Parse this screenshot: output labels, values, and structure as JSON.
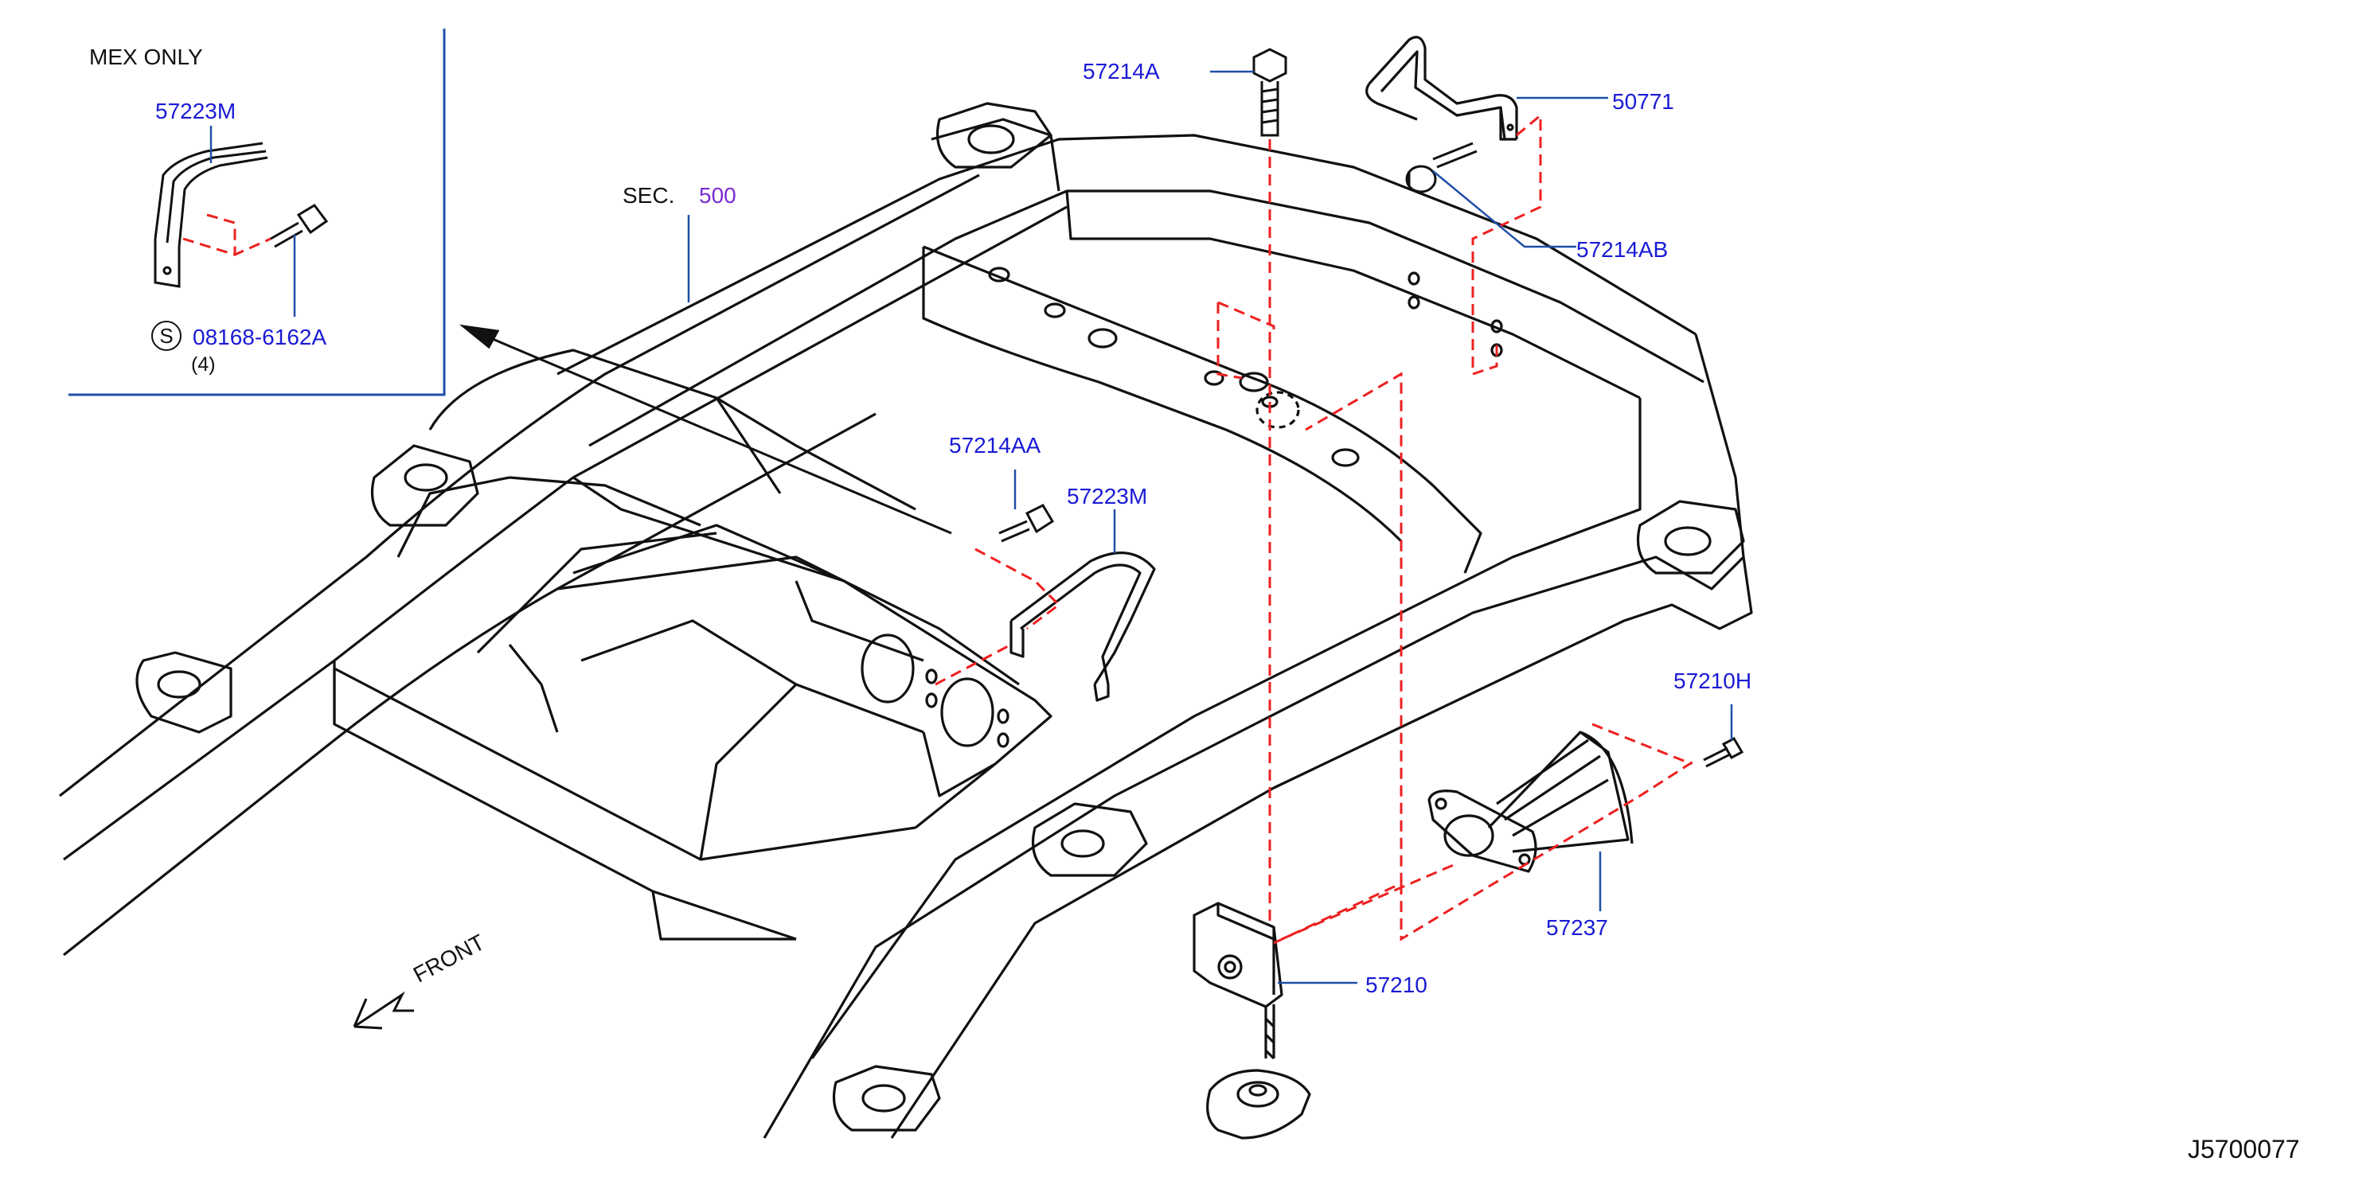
{
  "inset": {
    "title": "MEX   ONLY",
    "part_57223M": "57223M",
    "service_symbol": "S",
    "bolt_part": "08168-6162A",
    "bolt_qty": "(4)"
  },
  "section_ref": {
    "prefix": "SEC.",
    "number": "500"
  },
  "parts": {
    "p57214A": "57214A",
    "p50771": "50771",
    "p57214AB": "57214AB",
    "p57214AA": "57214AA",
    "p57223M": "57223M",
    "p57210H": "57210H",
    "p57237": "57237",
    "p57210": "57210"
  },
  "front_label": "FRONT",
  "diagram_code": "J5700077",
  "colors": {
    "line": "#111111",
    "part_label": "#1a1ad6",
    "section_number": "#7b2bd0",
    "leader": "#1f4fa8",
    "phantom": "#ee2020"
  }
}
